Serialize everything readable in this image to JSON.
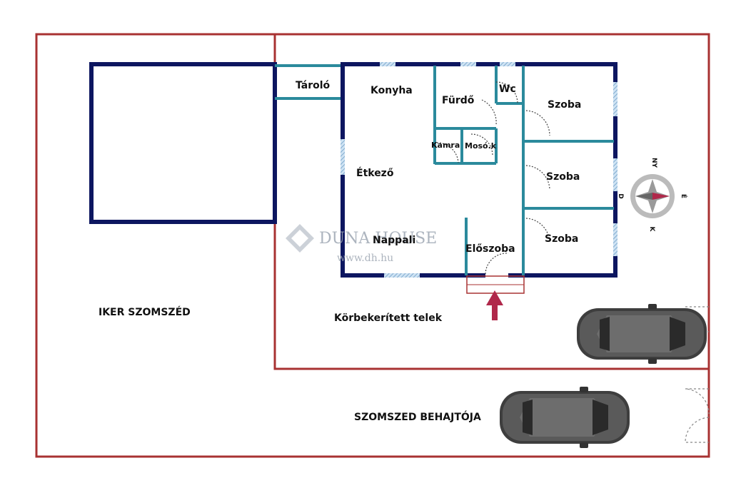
{
  "rooms": {
    "tarolo": "Tároló",
    "konyha": "Konyha",
    "furdo": "Fürdő",
    "wc": "Wc",
    "szoba1": "Szoba",
    "szoba2": "Szoba",
    "szoba3": "Szoba",
    "kamra": "Kamra",
    "moso": "Mosó.k",
    "etkezo": "Étkező",
    "nappali": "Nappali",
    "eloszoba": "Előszoba"
  },
  "areas": {
    "neighbor": "IKER SZOMSZÉD",
    "plot": "Körbekerített telek",
    "driveway": "SZOMSZED BEHAJTÓJA"
  },
  "compass": {
    "north": "NY",
    "east": "É",
    "south": "K",
    "west": "D"
  },
  "watermark": {
    "brand": "DUNA HOUSE",
    "url": "www.dh.hu"
  },
  "colors": {
    "wall": "#0d1660",
    "partition": "#2b8a9c",
    "border": "#a83232",
    "arrow": "#b0284a"
  }
}
